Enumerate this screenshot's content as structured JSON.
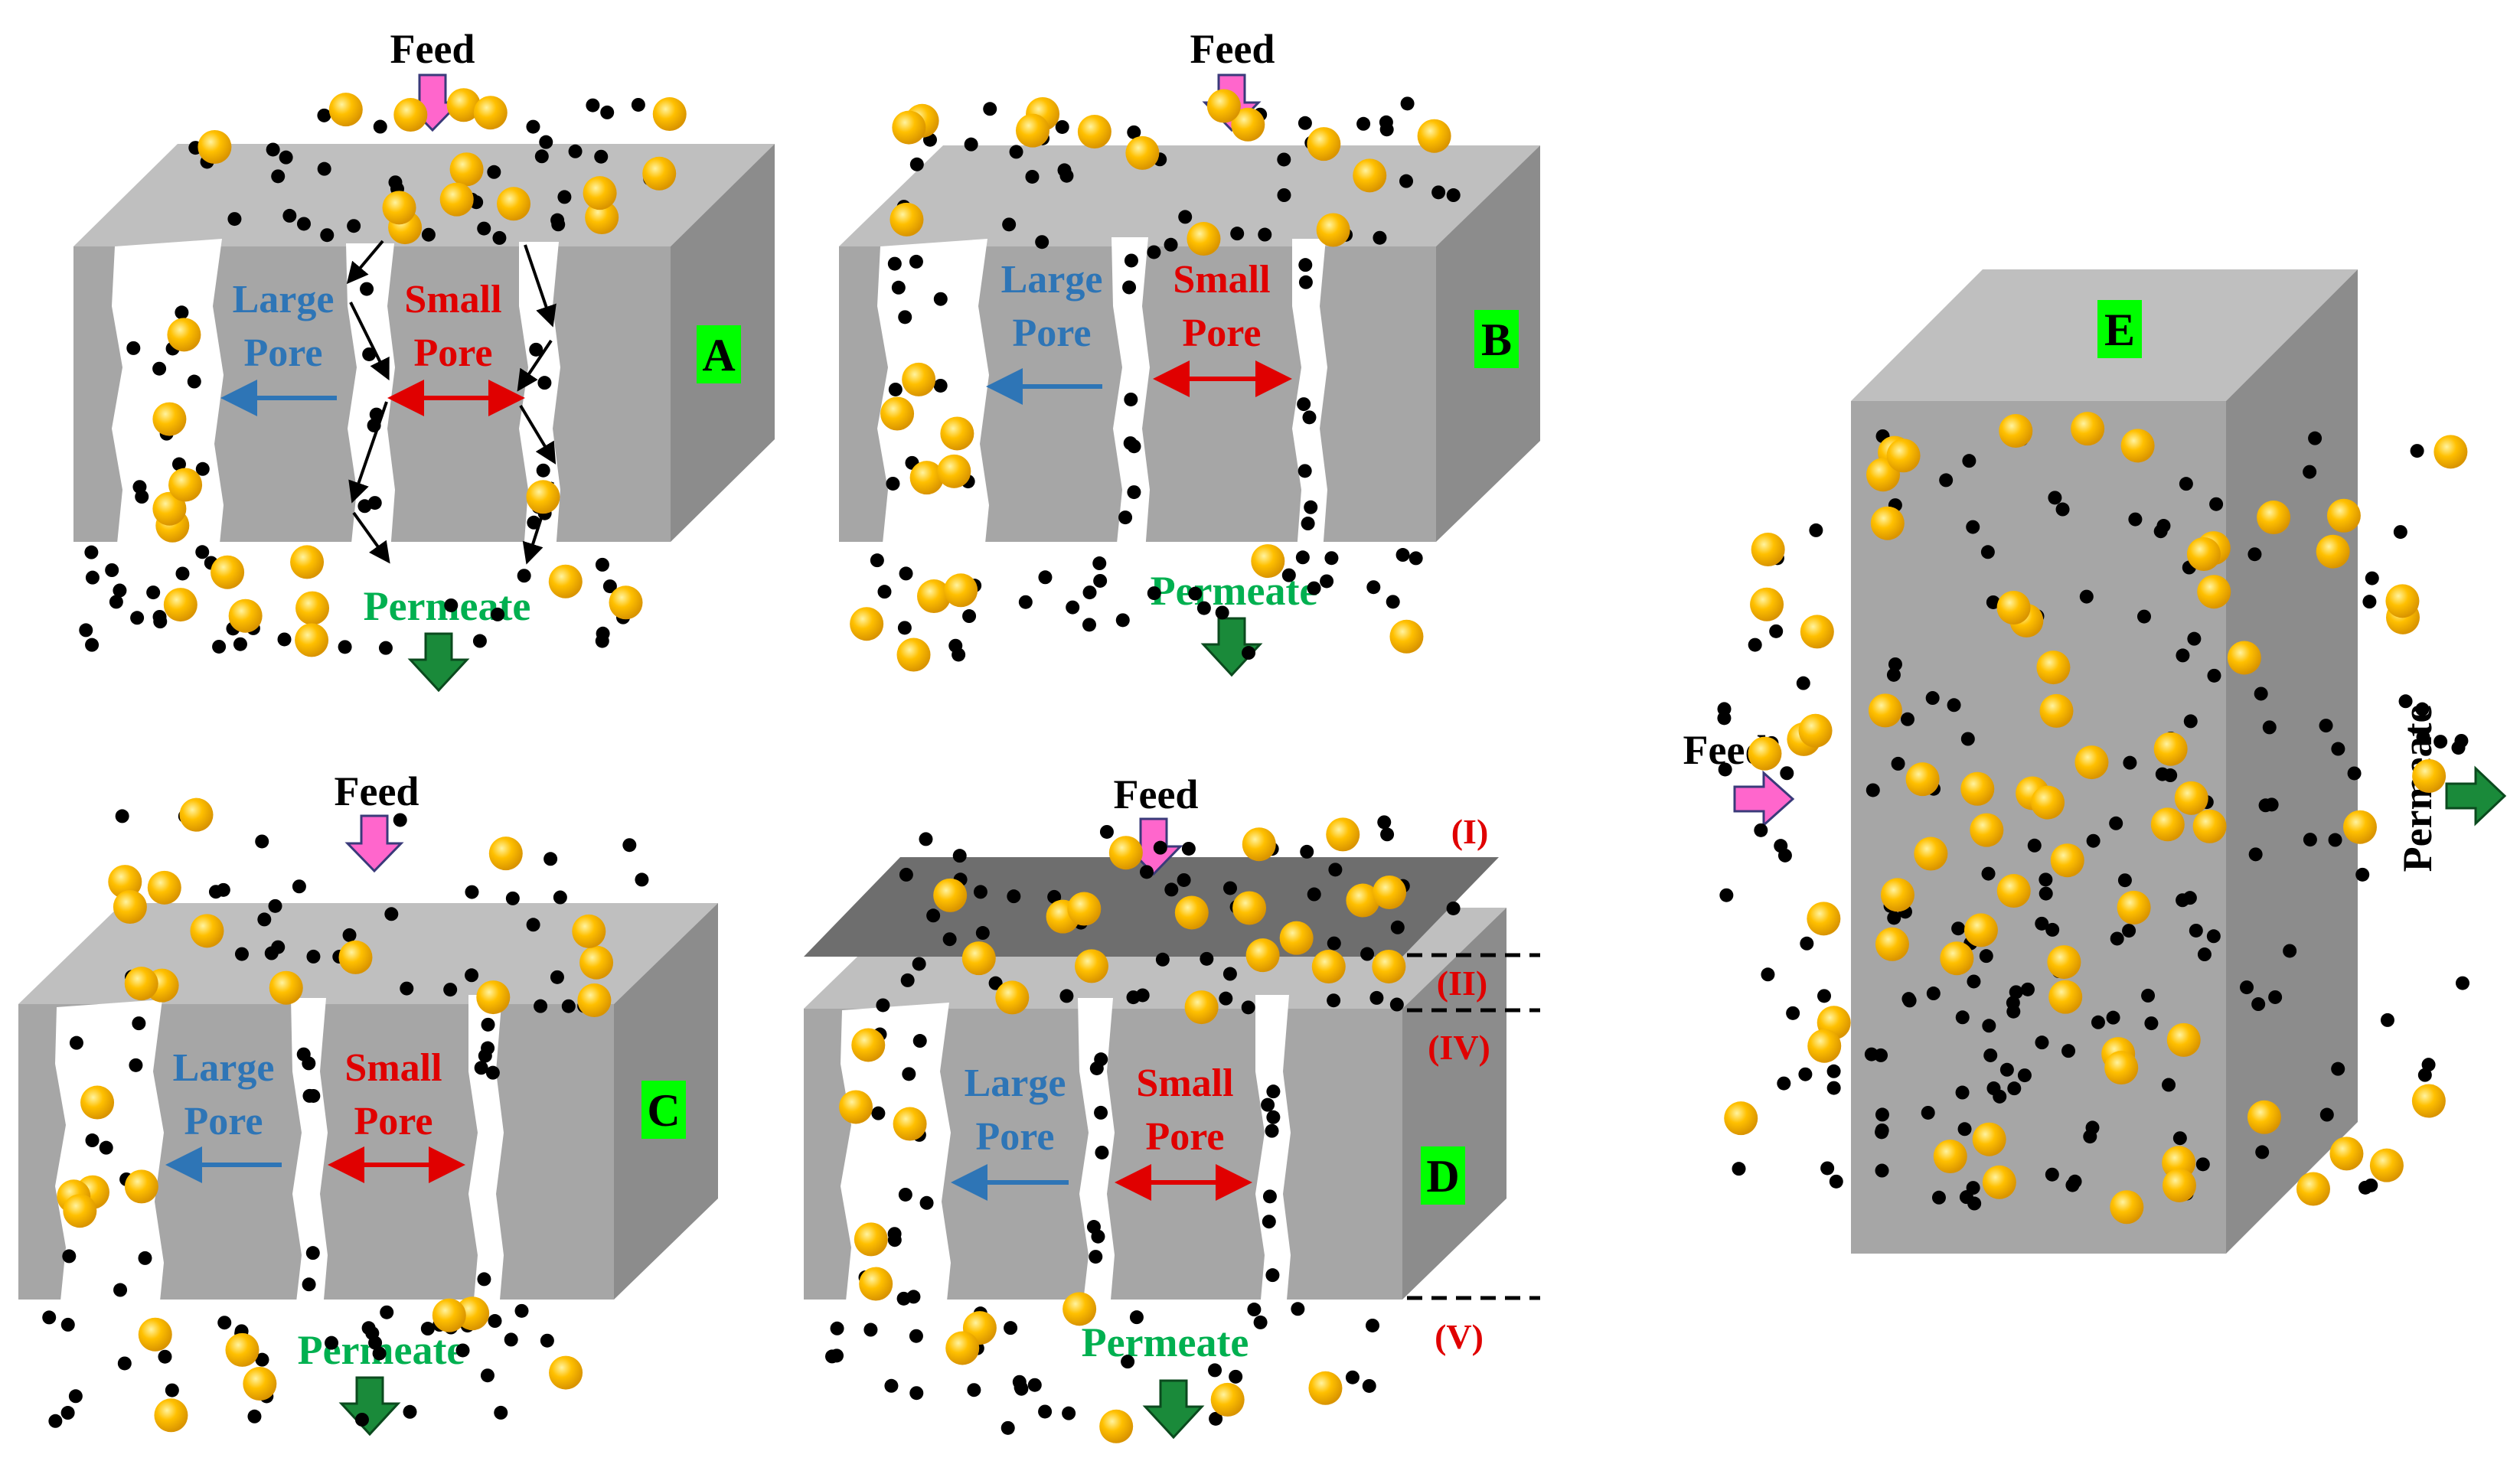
{
  "colors": {
    "box_front": "#a6a6a6",
    "box_top": "#bfbfbf",
    "box_side": "#8c8c8c",
    "pore": "#ffffff",
    "particle_gold": "#ffc000",
    "particle_black": "#000000",
    "feed_arrow": "#ff66cc",
    "permeate_arrow": "#1a8a3a",
    "label_badge": "#00ff00",
    "large_pore_text": "#2e75b6",
    "small_pore_text": "#e00000",
    "permeate_text": "#00b050",
    "layer_text": "#e00000",
    "cake_layer": "#6e6e6e"
  },
  "panels": {
    "a": {
      "badge": "A",
      "feed": "Feed",
      "permeate": "Permeate",
      "large_pore_1": "Large",
      "large_pore_2": "Pore",
      "small_pore_1": "Small",
      "small_pore_2": "Pore"
    },
    "b": {
      "badge": "B",
      "feed": "Feed",
      "permeate": "Permeate",
      "large_pore_1": "Large",
      "large_pore_2": "Pore",
      "small_pore_1": "Small",
      "small_pore_2": "Pore"
    },
    "c": {
      "badge": "C",
      "feed": "Feed",
      "permeate": "Permeate",
      "large_pore_1": "Large",
      "large_pore_2": "Pore",
      "small_pore_1": "Small",
      "small_pore_2": "Pore"
    },
    "d": {
      "badge": "D",
      "feed": "Feed",
      "permeate": "Permeate",
      "large_pore_1": "Large",
      "large_pore_2": "Pore",
      "small_pore_1": "Small",
      "small_pore_2": "Pore",
      "layers": [
        "(I)",
        "(II)",
        "(IV)",
        "(V)"
      ]
    },
    "e": {
      "badge": "E",
      "feed": "Feed",
      "permeate": "Permeate"
    }
  }
}
